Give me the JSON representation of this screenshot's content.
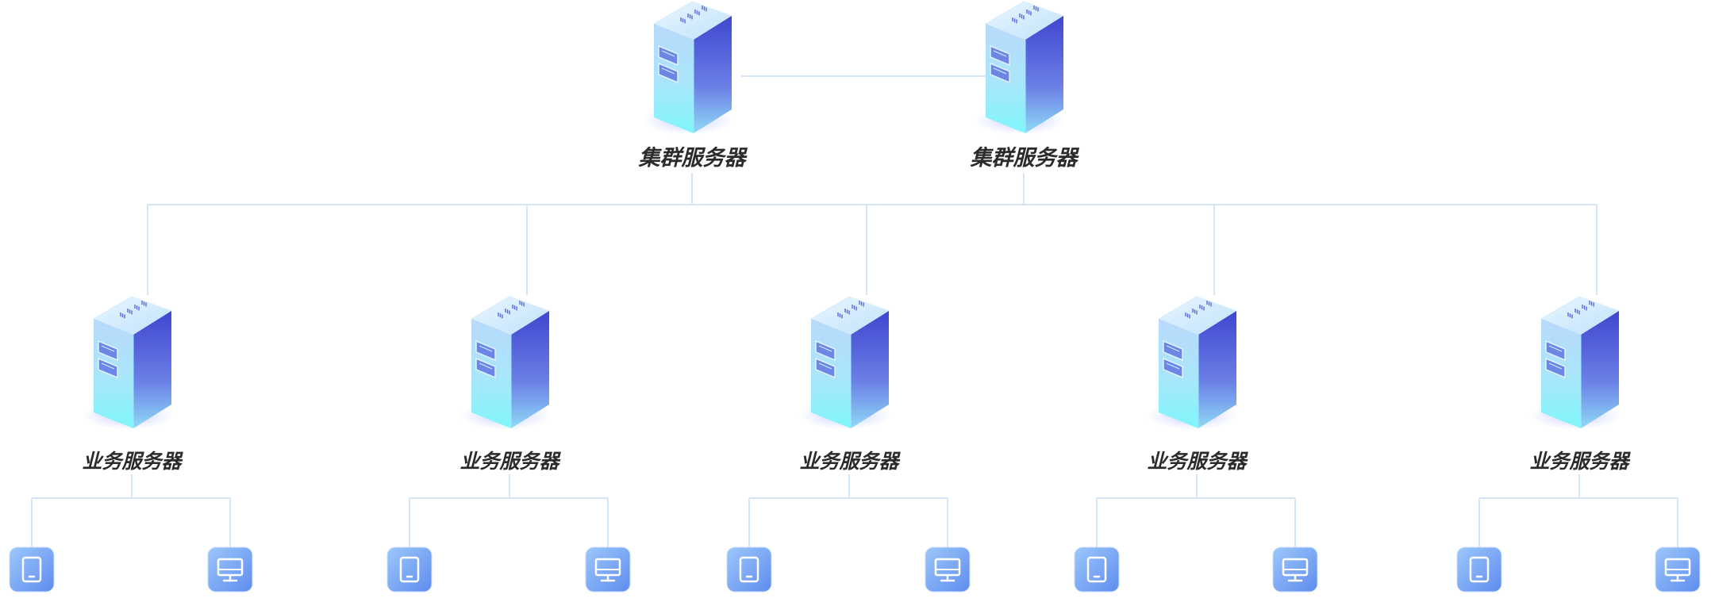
{
  "cluster_servers": [
    {
      "label": "集群服务器"
    },
    {
      "label": "集群服务器"
    }
  ],
  "business_servers": [
    {
      "label": "业务服务器",
      "devices": [
        "tablet-icon",
        "desktop-icon"
      ]
    },
    {
      "label": "业务服务器",
      "devices": [
        "tablet-icon",
        "desktop-icon"
      ]
    },
    {
      "label": "业务服务器",
      "devices": [
        "tablet-icon",
        "desktop-icon"
      ]
    },
    {
      "label": "业务服务器",
      "devices": [
        "tablet-icon",
        "desktop-icon"
      ]
    },
    {
      "label": "业务服务器",
      "devices": [
        "tablet-icon",
        "desktop-icon"
      ]
    }
  ],
  "colors": {
    "connector": "#d3e5f7",
    "server_top": "#c7eafc",
    "server_front_light": "#8ef3fb",
    "server_side_dark": "#4d5bd6",
    "device_tile": "#7aa8f4",
    "label_text": "#2b2b2b"
  }
}
